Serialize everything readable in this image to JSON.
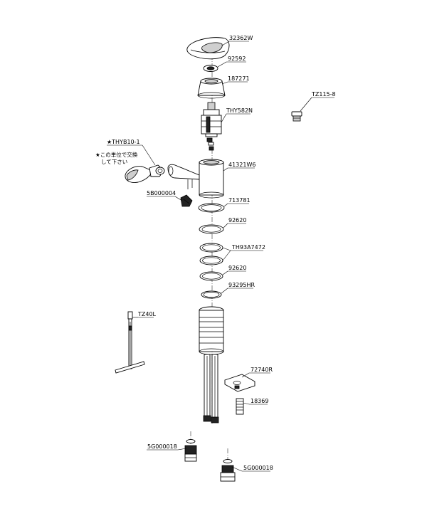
{
  "diagram": {
    "labels": {
      "lever_handle": "32362W",
      "washer_top": "92592",
      "cap_cover": "187271",
      "cartridge": "THY582N",
      "shower_head": "★THYB10-1",
      "shower_note_line1": "★この単位で交換",
      "shower_note_line2": "して下さい",
      "body": "41321W6",
      "spout_adapter": "5B000004",
      "ring_713781": "713781",
      "oring_upper": "92620",
      "oring_pair": "TH93A7472",
      "oring_lower": "92620",
      "oring_seal": "93295HR",
      "wrench_tool": "TZ40L",
      "plug_part": "TZ115-8",
      "bracket": "72740R",
      "stud": "18369",
      "fitting_left": "5G000018",
      "fitting_right": "5G000018"
    }
  }
}
